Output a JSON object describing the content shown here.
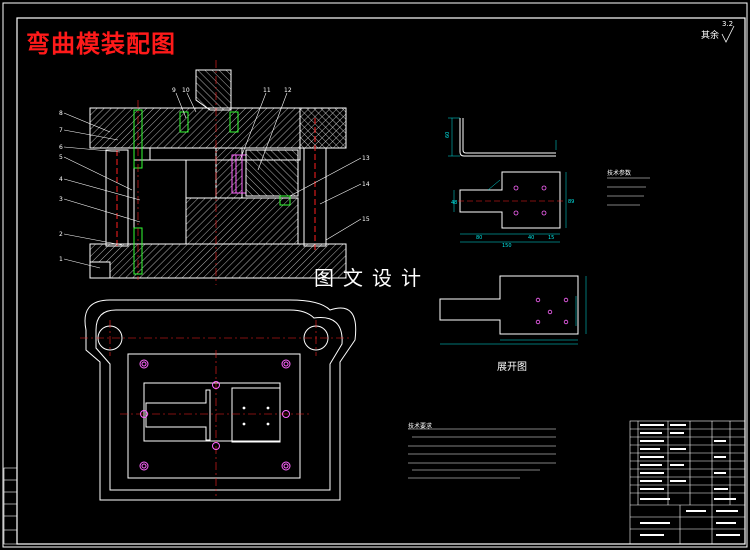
{
  "drawing": {
    "title": "弯曲模装配图",
    "watermark": "图文设计",
    "roughness_label": "其余",
    "roughness_value": "3.2",
    "unfold_label": "展开图",
    "notes_heading": "技术要求",
    "tech_heading": "技术参数"
  },
  "part_numbers": [
    "1",
    "2",
    "3",
    "4",
    "5",
    "6",
    "7",
    "8",
    "9",
    "10",
    "11",
    "12",
    "13",
    "14",
    "15"
  ],
  "dimensions": {
    "flat_left": "80",
    "flat_mid": "40",
    "flat_right": "15",
    "flat_total": "150",
    "flat_height": "48",
    "flat_right_h": "89",
    "bend_height": "60"
  },
  "colors": {
    "background": "#000000",
    "outline": "#ffffff",
    "center_line": "#ff2020",
    "dimension": "#00e6e6",
    "part_green": "#33ff33",
    "holes": "#ff66ff",
    "title": "#ff1a1a"
  }
}
